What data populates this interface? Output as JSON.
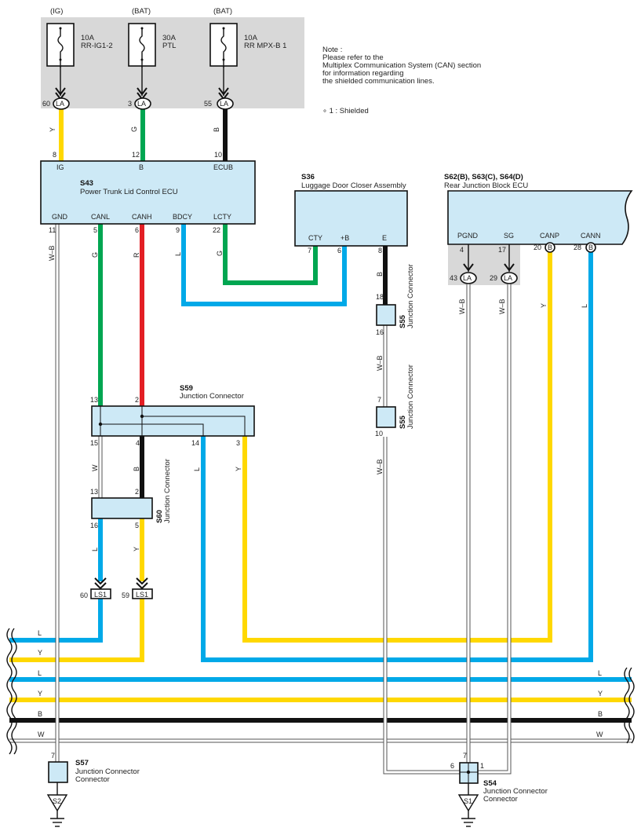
{
  "colors": {
    "Y": "#ffd800",
    "G": "#00a651",
    "B": "#111111",
    "R": "#e31e24",
    "L": "#00a9e8",
    "W": "#ffffff",
    "WB": "#ffffff",
    "component_fill": "#cde9f6",
    "shade": "#d8d8d8"
  },
  "fuses": [
    {
      "source": "(IG)",
      "rating": "10A",
      "name": "RR-IG1-2",
      "pin": "60",
      "conn": "LA",
      "wire_pin": "8",
      "wire": "Y"
    },
    {
      "source": "(BAT)",
      "rating": "30A",
      "name": "PTL",
      "pin": "3",
      "conn": "LA",
      "wire_pin": "12",
      "wire": "G"
    },
    {
      "source": "(BAT)",
      "rating": "10A",
      "name": "RR MPX-B 1",
      "pin": "55",
      "conn": "LA",
      "wire_pin": "10",
      "wire": "B"
    }
  ],
  "note": {
    "lines": [
      "Note :",
      "Please refer to the",
      "Multiplex Communication System (CAN) section",
      "for information regarding",
      "the shielded communication lines."
    ],
    "shielded_legend": "∘ 1 : Shielded"
  },
  "ecu_s43": {
    "code": "S43",
    "name": "Power Trunk Lid Control ECU",
    "top_pins": [
      "IG",
      "B",
      "ECUB"
    ],
    "bottom_pins": [
      {
        "label": "GND",
        "pin": "11",
        "wire": "W–B"
      },
      {
        "label": "CANL",
        "pin": "5",
        "wire": "G"
      },
      {
        "label": "CANH",
        "pin": "6",
        "wire": "R"
      },
      {
        "label": "BDCY",
        "pin": "9",
        "wire": "L"
      },
      {
        "label": "LCTY",
        "pin": "22",
        "wire": "G"
      }
    ]
  },
  "closer_s36": {
    "code": "S36",
    "name": "Luggage Door Closer Assembly",
    "pins": [
      {
        "label": "CTY",
        "pin": "7"
      },
      {
        "label": "+B",
        "pin": "6"
      },
      {
        "label": "E",
        "pin": "8",
        "wire": "B"
      }
    ]
  },
  "rjb": {
    "code": "S62(B), S63(C), S64(D)",
    "name": "Rear Junction Block ECU",
    "pins": [
      {
        "label": "PGND",
        "pin": "4",
        "conn_pin": "43",
        "conn": "LA",
        "wire": "W–B"
      },
      {
        "label": "SG",
        "pin": "17",
        "conn_pin": "29",
        "conn": "LA",
        "wire": "W–B"
      },
      {
        "label": "CANP",
        "pin": "20",
        "conn": "B",
        "wire": "Y"
      },
      {
        "label": "CANN",
        "pin": "28",
        "conn": "B",
        "wire": "L"
      }
    ]
  },
  "s55": {
    "code": "S55",
    "desc": "Junction Connector",
    "top": {
      "in": "18",
      "out": "16",
      "wire": "W–B"
    },
    "bottom": {
      "in": "7",
      "out": "10",
      "wire": "W–B"
    }
  },
  "s59": {
    "code": "S59",
    "desc": "Junction Connector",
    "top_pins": [
      "13",
      "2"
    ],
    "bottom_pins": [
      {
        "pin": "15",
        "wire": "W"
      },
      {
        "pin": "4",
        "wire": "B"
      },
      {
        "pin": "14",
        "wire": "L"
      },
      {
        "pin": "3",
        "wire": "Y"
      }
    ]
  },
  "s60": {
    "code": "S60",
    "desc": "Junction Connector",
    "top_pins": [
      "13",
      "2"
    ],
    "bottom_pins": [
      {
        "pin": "16",
        "wire": "L"
      },
      {
        "pin": "5",
        "wire": "Y"
      }
    ]
  },
  "ls1": [
    {
      "pin": "60",
      "conn": "LS1"
    },
    {
      "pin": "59",
      "conn": "LS1"
    }
  ],
  "bus": [
    {
      "left": "L",
      "right": ""
    },
    {
      "left": "Y",
      "right": ""
    },
    {
      "left": "L",
      "right": "L"
    },
    {
      "left": "Y",
      "right": "Y"
    },
    {
      "left": "B",
      "right": "B"
    },
    {
      "left": "W",
      "right": "W"
    }
  ],
  "s57": {
    "code": "S57",
    "desc": "Junction Connector",
    "pin": "7",
    "ground": "S2"
  },
  "s54": {
    "code": "S54",
    "desc": "Junction Connector",
    "pins": [
      "7",
      "6",
      "1"
    ],
    "ground": "S1"
  }
}
